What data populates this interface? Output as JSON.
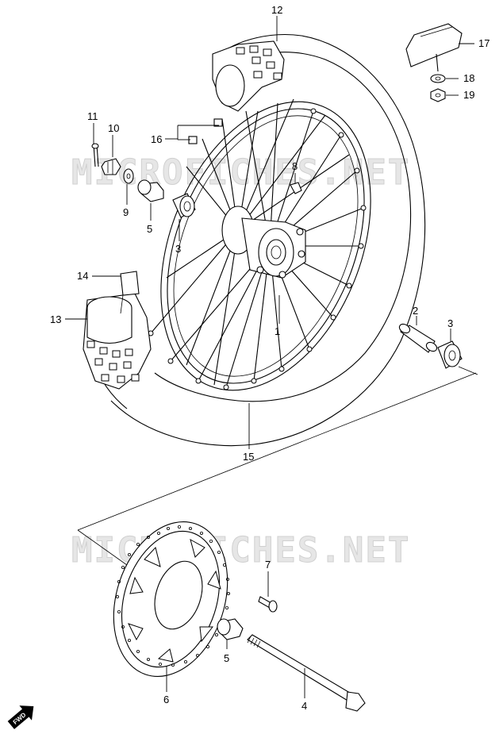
{
  "watermark": "MICROFICHES.NET",
  "fwd_label": "FWD",
  "callouts": {
    "c1": "1",
    "c2": "2",
    "c3a": "3",
    "c3b": "3",
    "c4": "4",
    "c5a": "5",
    "c5b": "5",
    "c6": "6",
    "c7": "7",
    "c8": "8",
    "c9": "9",
    "c10": "10",
    "c11": "11",
    "c12": "12",
    "c13": "13",
    "c14": "14",
    "c15": "15",
    "c16": "16",
    "c17": "17",
    "c18": "18",
    "c19": "19"
  }
}
